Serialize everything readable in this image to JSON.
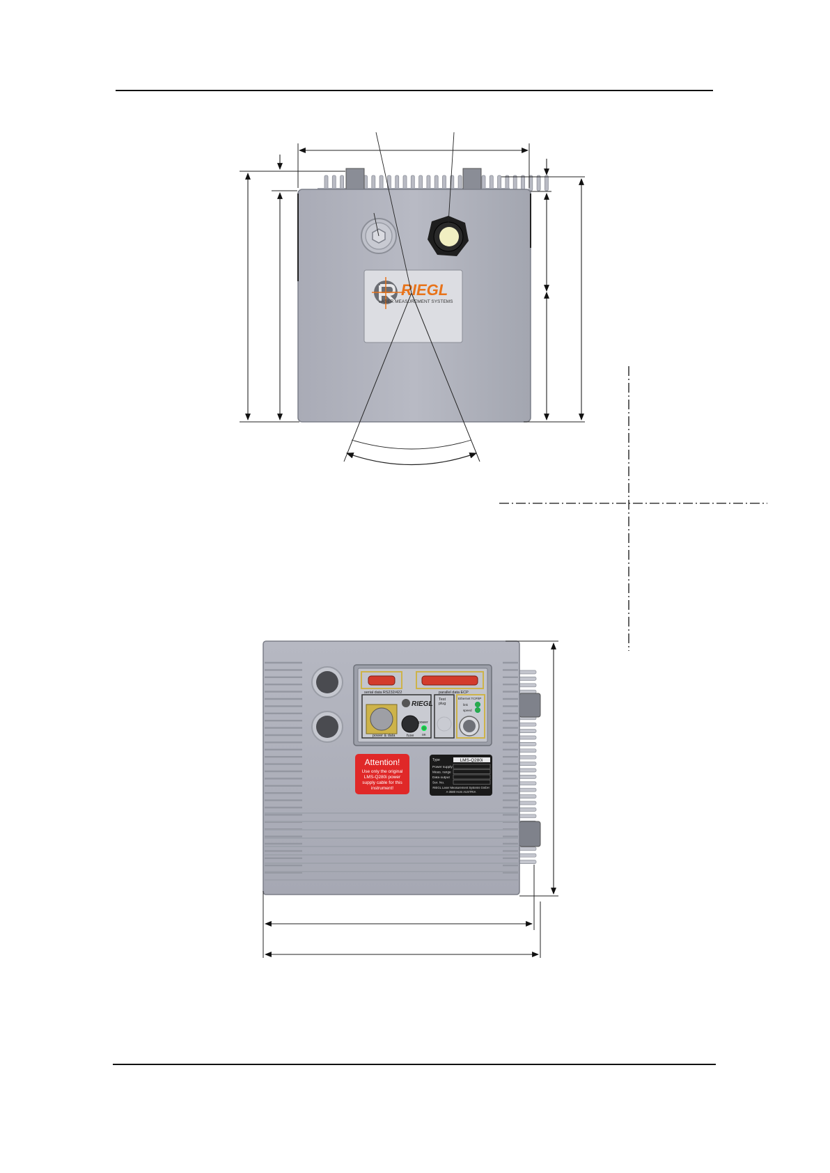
{
  "colors": {
    "housing": "#b3b5bf",
    "housing_dark": "#8f929c",
    "housing_edge": "#6e717a",
    "label_plate": "#dcdde2",
    "brand_orange": "#e8731a",
    "attention_red": "#e02828",
    "type_plate": "#1a1a1a",
    "connector_gold": "#cdb34a",
    "led_green": "#2fa84a",
    "dimension_line": "#111111"
  },
  "top_view": {
    "logo": {
      "brand": "RIEGL",
      "tagline": "LASER MEASUREMENT SYSTEMS"
    },
    "icons": [
      "hex-bolt-icon",
      "cable-gland-icon",
      "riegl-logo-icon"
    ]
  },
  "front_view": {
    "connector_panel": {
      "serial_label": "serial data RS232/422",
      "parallel_label": "parallel data ECP",
      "power_label": "power & data",
      "fuse_label": "fuse",
      "power_led_label": "power",
      "power_led_state": "on",
      "test_plug_label": "Test plug",
      "ethernet_label": "Ethernet TCP/IP",
      "link_label": "link",
      "speed_label": "speed",
      "logo_text": "RIEGL"
    },
    "attention": {
      "title": "Attention!",
      "line1": "Use only the original",
      "line2": "LMS-Q280i power",
      "line3": "supply cable for this",
      "line4": "instrument!"
    },
    "type_plate": {
      "type_label": "Type",
      "type_value": "LMS-Q280i",
      "rows": [
        "Power supply",
        "Meas. range",
        "Data output",
        "Ser. No."
      ],
      "maker_line1": "RIEGL Laser Measurement Systems GmbH",
      "maker_line2": "A-3580 Horn  AUSTRIA"
    }
  }
}
